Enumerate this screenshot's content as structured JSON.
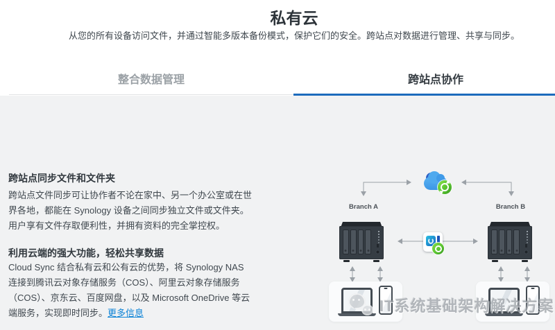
{
  "page": {
    "title": "私有云",
    "subtitle": "从您的所有设备访问文件，并通过智能多版本备份模式，保护它们的安全。跨站点对数据进行管理、共享与同步。"
  },
  "tabs": [
    {
      "label": "整合数据管理",
      "active": false
    },
    {
      "label": "跨站点协作",
      "active": true
    }
  ],
  "features": [
    {
      "heading": "跨站点同步文件和文件夹",
      "body": "跨站点文件同步可让协作者不论在家中、另一个办公室或在世界各地，都能在 Synology 设备之间同步独立文件或文件夹。用户享有文件存取便利性，并拥有资料的完全掌控权。"
    },
    {
      "heading": "利用云端的强大功能，轻松共享数据",
      "body": "Cloud Sync 结合私有云和公有云的优势，将 Synology NAS 连接到腾讯云对象存储服务（COS）、阿里云对象存储服务（COS）、京东云、百度网盘，以及 Microsoft OneDrive 等云端服务，实现即时同步。",
      "link_label": "更多信息"
    }
  ],
  "diagram": {
    "branch_a_label": "Branch A",
    "branch_b_label": "Branch B",
    "icons": {
      "cloud": "cloud-sync-icon",
      "file_sync": "drive-sharesync-icon",
      "nas": "nas-device",
      "clients": [
        "laptop-icon",
        "phone-icon"
      ]
    }
  },
  "watermark": {
    "logo_icon": "wechat-logo-icon",
    "text": "IT系统基础架构解决方案"
  },
  "colors": {
    "accent": "#1c6bbd",
    "link": "#0b82d6",
    "section_bg": "#f1f2f3",
    "sync_green": "#5bc531",
    "nas_body": "#363d44"
  }
}
